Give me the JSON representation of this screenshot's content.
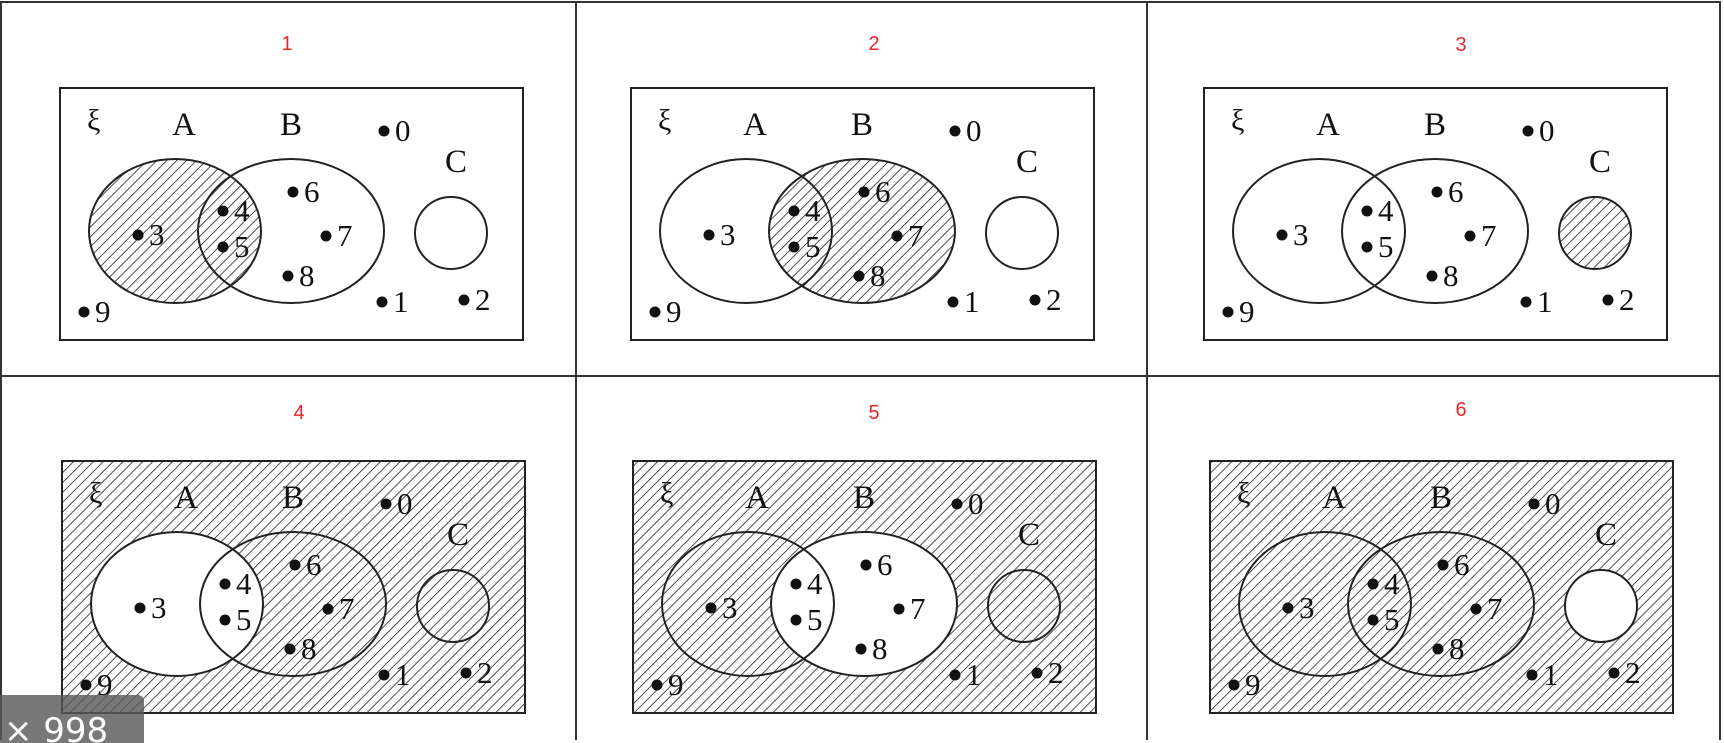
{
  "panels": [
    {
      "number": "1",
      "shaded": [
        "A"
      ]
    },
    {
      "number": "2",
      "shaded": [
        "B"
      ]
    },
    {
      "number": "3",
      "shaded": [
        "C"
      ]
    },
    {
      "number": "4",
      "shaded": [
        "outside_A"
      ]
    },
    {
      "number": "5",
      "shaded": [
        "outside_B"
      ]
    },
    {
      "number": "6",
      "shaded": [
        "outside_C"
      ]
    }
  ],
  "venn": {
    "universal_symbol": "ξ",
    "set_labels": [
      "A",
      "B",
      "C"
    ],
    "elements": {
      "A_only": [
        "3"
      ],
      "A_and_B": [
        "4",
        "5"
      ],
      "B_only": [
        "6",
        "7",
        "8"
      ],
      "C": [],
      "outside": [
        "0",
        "1",
        "2",
        "9"
      ]
    }
  },
  "colors": {
    "panel_number": "#e8262a",
    "grid_line": "#333333",
    "hatch": "#222222",
    "background": "#ffffff"
  },
  "zoom_badge": {
    "text": "× 998"
  }
}
